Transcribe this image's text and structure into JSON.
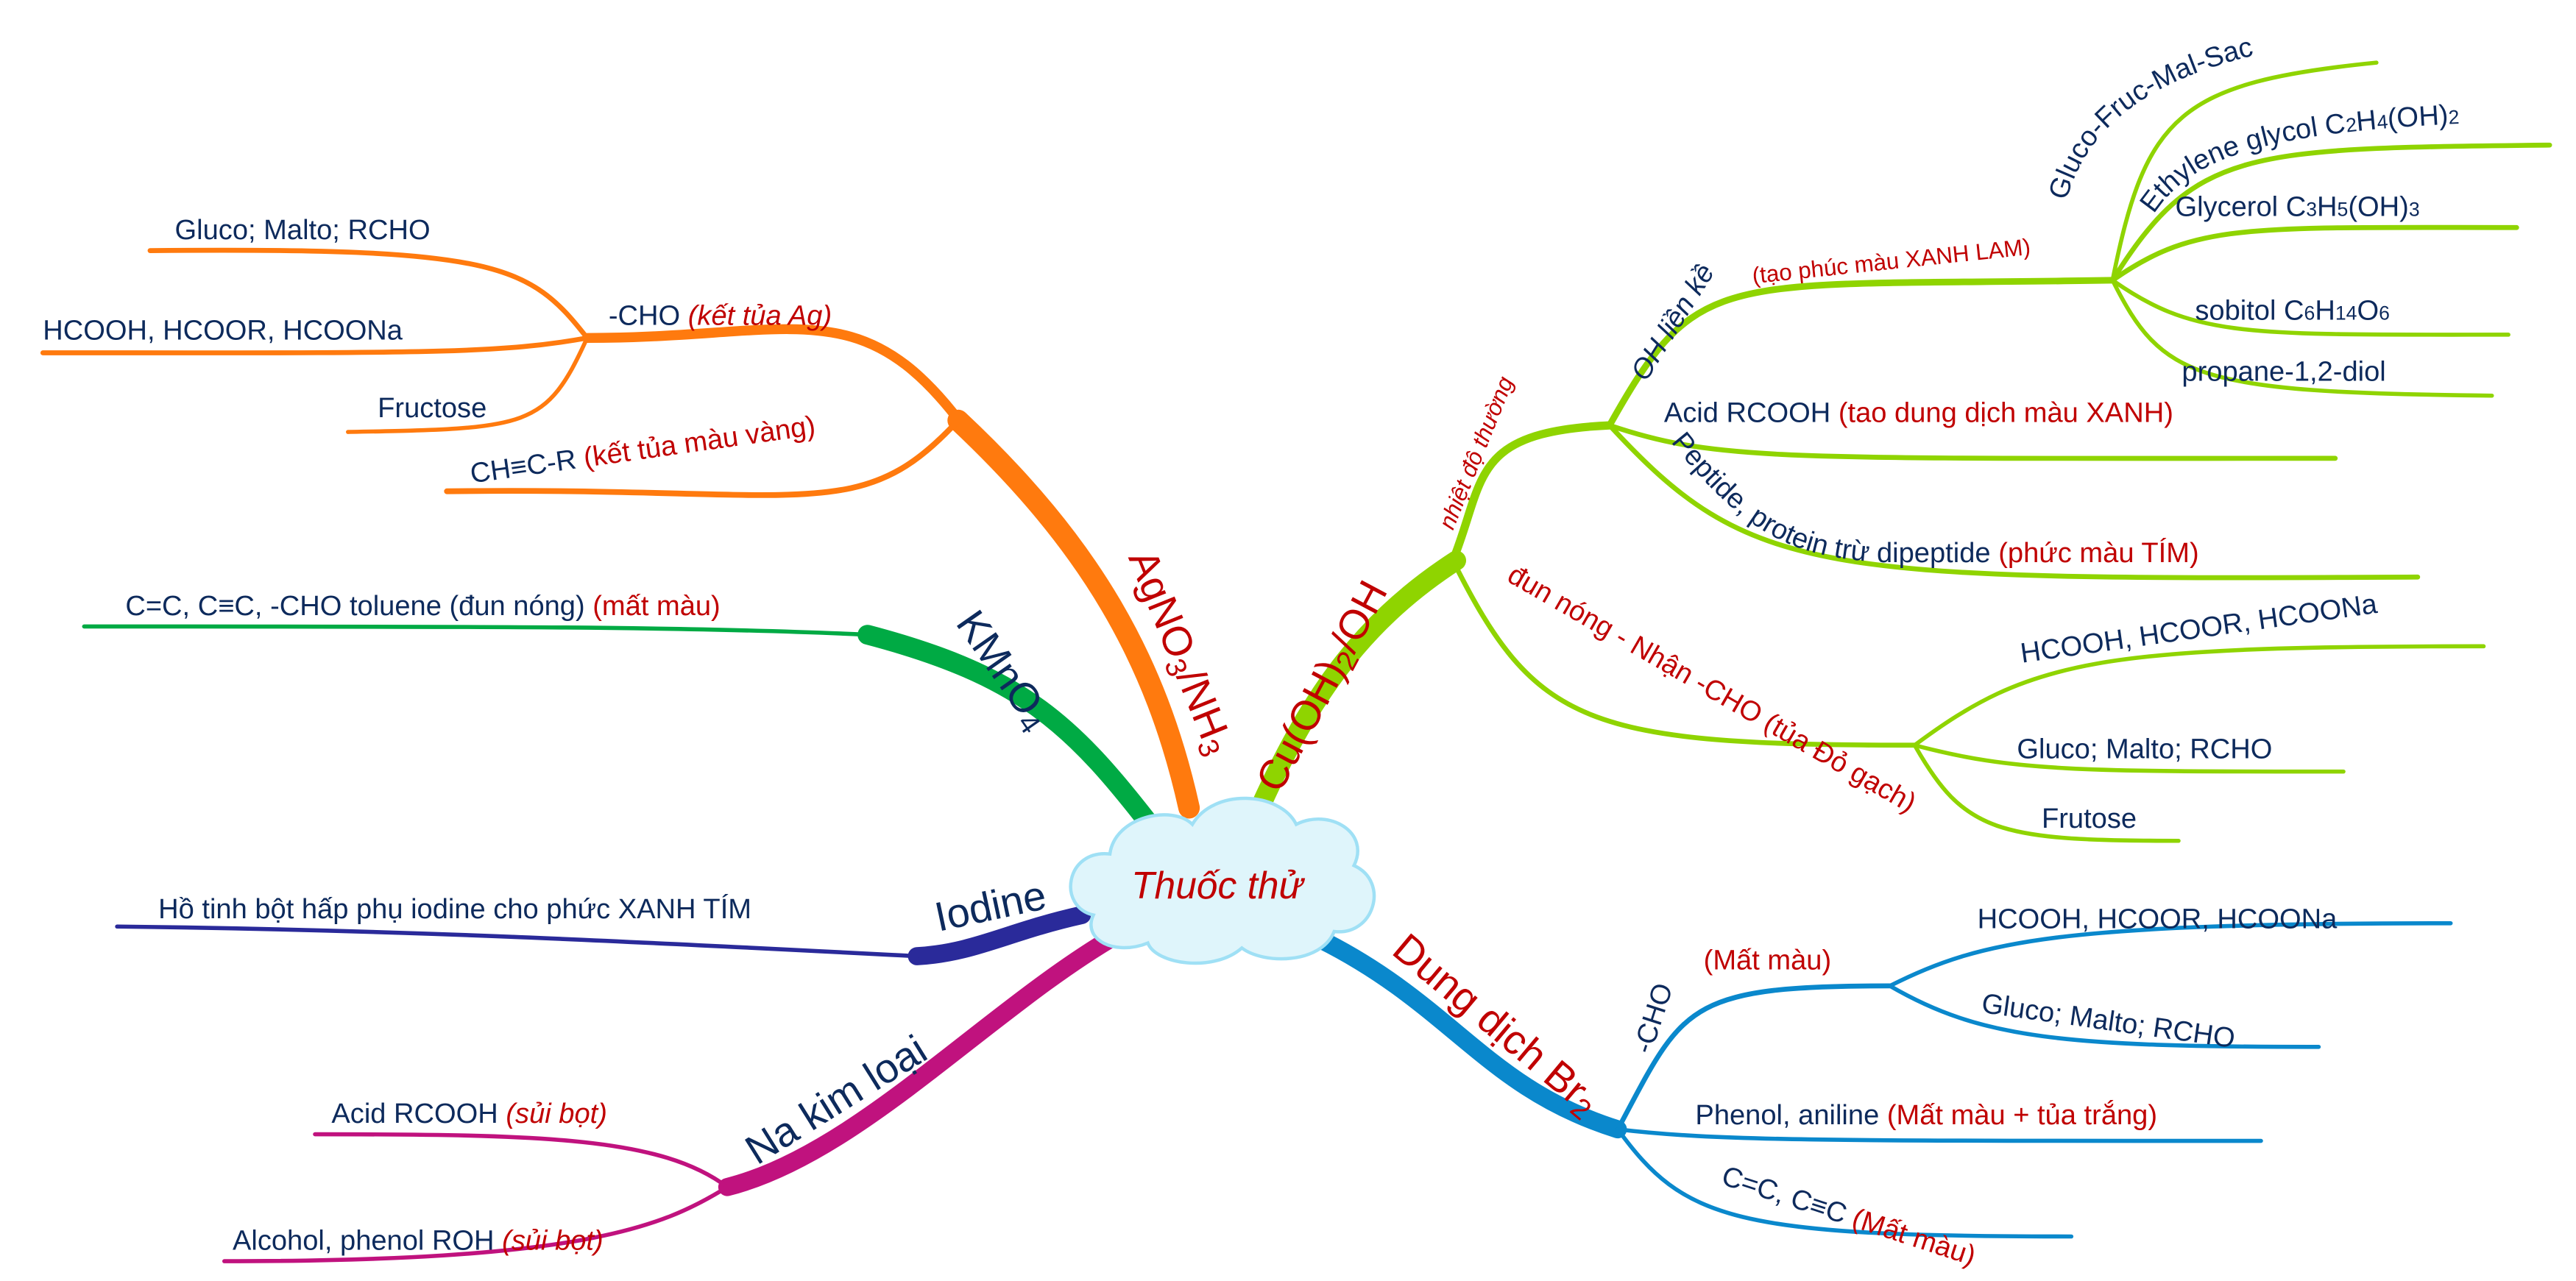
{
  "colors": {
    "orange": "#ff7a0e",
    "green": "#00aa44",
    "navy": "#2a2a9a",
    "magenta": "#c0127e",
    "lime": "#8fd400",
    "blue": "#0a88cc",
    "text": "#0d2a5c",
    "red": "#c00000"
  },
  "center": {
    "label": "Thuốc thử"
  },
  "agno3": {
    "label_main": "AgNO",
    "label_sub1": "3",
    "label_mid": "/NH",
    "label_sub2": "3",
    "cho": {
      "label": "-CHO ",
      "note": "(kết tủa Ag)",
      "children": [
        "Gluco; Malto; RCHO",
        "HCOOH, HCOOR, HCOONa",
        "Fructose"
      ]
    },
    "alkyne": {
      "label": "CH≡C-R ",
      "note": "(kết tủa màu vàng)"
    }
  },
  "kmno4": {
    "label_main": "KMnO",
    "label_sub": "4",
    "item": "C=C, C≡C, -CHO  toluene (đun nóng) ",
    "note": "(mất màu)"
  },
  "iodine": {
    "label": "Iodine",
    "item": "Hồ tinh bột hấp phụ iodine  cho phức XANH TÍM"
  },
  "na": {
    "label": "Na kim loại",
    "children": [
      {
        "label": "Acid RCOOH ",
        "note": "(sủi bọt)"
      },
      {
        "label": "Alcohol, phenol ROH ",
        "note": "(sủi bọt)"
      }
    ]
  },
  "cuoh2": {
    "label_main": "Cu(OH)",
    "label_sub": "2",
    "label_end": "/OH",
    "room_temp": {
      "label": "nhiệt độ thường",
      "adjacent_oh": {
        "label": "OH liền kề  ",
        "note": "(tạo phúc màu XANH LAM)",
        "children": [
          {
            "parts": [
              "Gluco-Fruc-Mal-Sac"
            ]
          },
          {
            "parts": [
              "Ethylene glycol C",
              "2",
              "H",
              "4",
              "(OH)",
              "2"
            ]
          },
          {
            "parts": [
              "Glycerol C",
              "3",
              "H",
              "5",
              "(OH)",
              "3"
            ]
          },
          {
            "parts": [
              "sobitol C",
              "6",
              "H",
              "14",
              "O",
              "6"
            ]
          },
          {
            "parts": [
              "propane-1,2-diol"
            ]
          }
        ]
      },
      "acid": {
        "label": "Acid RCOOH  ",
        "note": "(tao dung dịch màu XANH)"
      },
      "peptide": {
        "label": "Peptide, protein trừ dipeptide ",
        "note": "(phức màu TÍM)"
      }
    },
    "heated": {
      "label": "đun nóng - Nhận -CHO (tủa Đỏ gạch)",
      "children": [
        "HCOOH, HCOOR, HCOONa",
        "Gluco; Malto; RCHO",
        "Frutose"
      ]
    }
  },
  "br2": {
    "label_main": "Dung dịch Br",
    "label_sub": "2",
    "cho": {
      "label": "-CHO",
      "note": "(Mất màu)",
      "children": [
        "HCOOH, HCOOR, HCOONa",
        "Gluco; Malto; RCHO"
      ]
    },
    "phenol": {
      "label": "Phenol, aniline ",
      "note": "(Mất màu + tủa trắng)"
    },
    "alkene": {
      "label": "C=C, C≡C ",
      "note": "(Mất màu)"
    }
  }
}
